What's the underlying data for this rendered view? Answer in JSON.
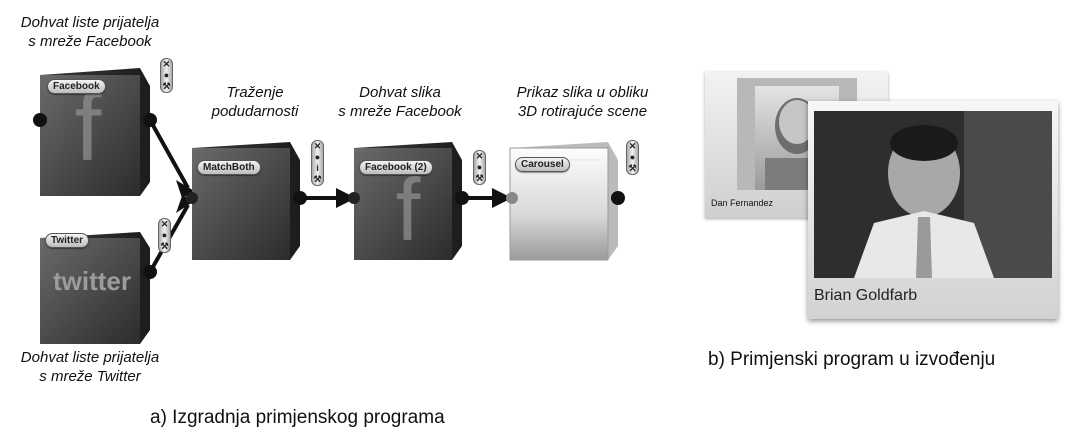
{
  "labels": {
    "facebook_source": [
      "Dohvat liste prijatelja",
      "s mreže Facebook"
    ],
    "twitter_source": [
      "Dohvat liste prijatelja",
      "s mreže Twitter"
    ],
    "match": [
      "Traženje",
      "podudarnosti"
    ],
    "images": [
      "Dohvat slika",
      "s mreže Facebook"
    ],
    "display": [
      "Prikaz slika u obliku",
      "3D rotirajuće scene"
    ]
  },
  "blocks": {
    "facebook": "Facebook",
    "twitter": "Twitter",
    "matchboth": "MatchBoth",
    "facebook2": "Facebook (2)",
    "carousel": "Carousel"
  },
  "icons": {
    "facebook_logo": "f",
    "twitter_logo": "twitter",
    "controls": [
      "close-icon",
      "bulb-icon",
      "info-icon",
      "wrench-icon"
    ]
  },
  "captions": {
    "a": "a) Izgradnja primjenskog programa",
    "b": "b) Primjenski program u izvođenju"
  },
  "app": {
    "back_card_name": "Dan Fernandez",
    "front_card_name": "Brian Goldfarb"
  }
}
